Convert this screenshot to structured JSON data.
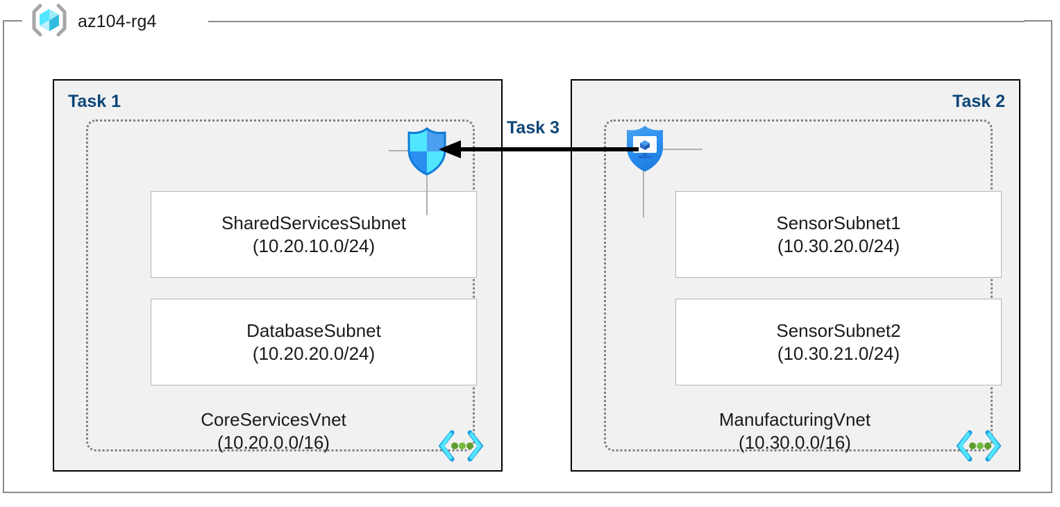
{
  "resource_group": {
    "icon": "azure-resource-group-icon",
    "title": "az104-rg4"
  },
  "tasks": [
    {
      "id": "task1",
      "label": "Task 1",
      "align": "left"
    },
    {
      "id": "task2",
      "label": "Task 2",
      "align": "right"
    },
    {
      "id": "task3",
      "label": "Task 3",
      "align": "center"
    }
  ],
  "vnets": [
    {
      "name": "CoreServicesVnet",
      "cidr": "(10.20.0.0/16)",
      "icon": "virtual-network-icon",
      "subnets": [
        {
          "name": "SharedServicesSubnet",
          "cidr": "(10.20.10.0/24)"
        },
        {
          "name": "DatabaseSubnet",
          "cidr": "(10.20.20.0/24)"
        }
      ]
    },
    {
      "name": "ManufacturingVnet",
      "cidr": "(10.30.0.0/16)",
      "icon": "virtual-network-icon",
      "subnets": [
        {
          "name": "SensorSubnet1",
          "cidr": "(10.30.20.0/24)"
        },
        {
          "name": "SensorSubnet2",
          "cidr": "(10.30.21.0/24)"
        }
      ]
    }
  ],
  "icons": {
    "firewall_shield": "firewall-shield-icon",
    "nsg_shield": "network-security-group-shield-icon"
  },
  "colors": {
    "task_label": "#0d4677",
    "task_box_fill": "#f1f1f1",
    "task_box_border": "#000000",
    "vnet_border": "#808080",
    "subnet_border": "#b5b5b5",
    "frame_border": "#8a8a8a",
    "azure_blue": "#2a8ff0",
    "azure_cyan": "#50e6ff",
    "vnet_dot_green": "#5e9e2e",
    "arrow": "#000000"
  }
}
